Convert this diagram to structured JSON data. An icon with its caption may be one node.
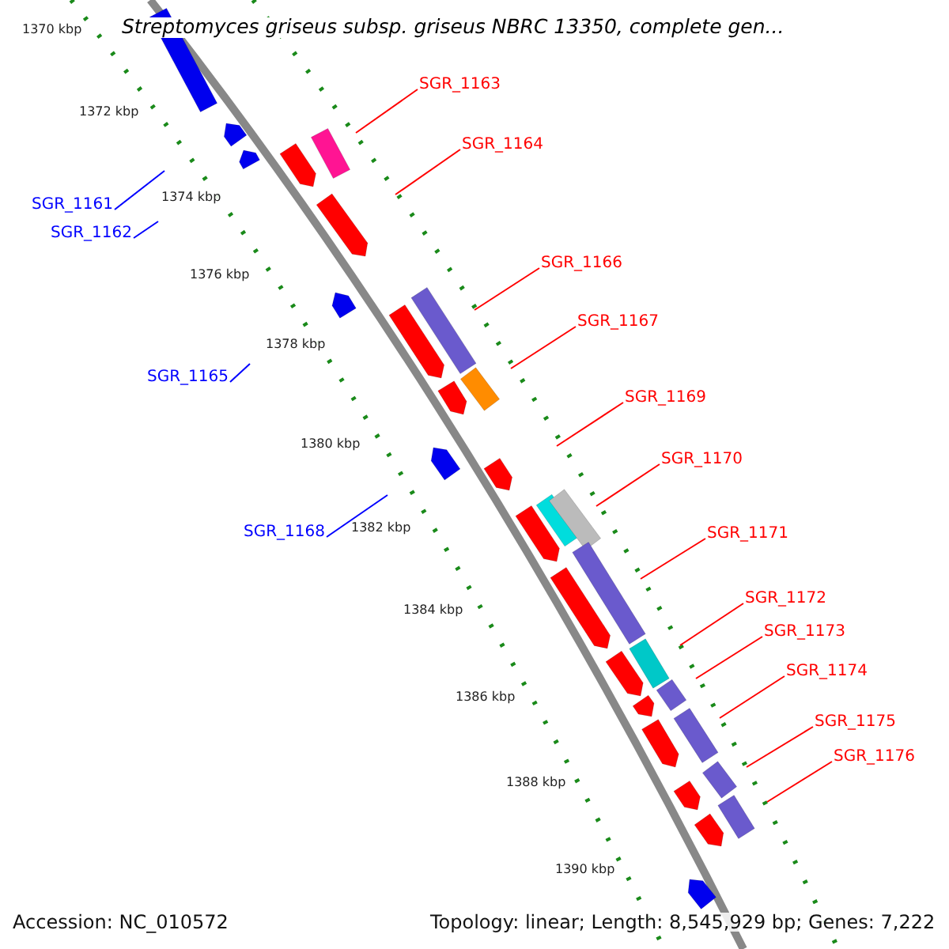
{
  "diagram": {
    "title": "Streptomyces griseus subsp. griseus NBRC 13350, complete gen...",
    "nodes": [
      {
        "text": [
          "SGR_1161"
        ]
      },
      {
        "text": [
          "SGR_1162"
        ]
      },
      {
        "text": [
          "SGR_1163"
        ]
      },
      {
        "text": [
          "SGR_1164"
        ]
      },
      {
        "text": [
          "SGR_1165"
        ]
      },
      {
        "text": [
          "SGR_1166"
        ]
      },
      {
        "text": [
          "SGR_1167"
        ]
      },
      {
        "text": [
          "SGR_1168"
        ]
      },
      {
        "text": [
          "SGR_1169"
        ]
      },
      {
        "text": [
          "SGR_1170"
        ]
      },
      {
        "text": [
          "SGR_1171"
        ]
      },
      {
        "text": [
          "SGR_1172"
        ]
      },
      {
        "text": [
          "SGR_1173"
        ]
      },
      {
        "text": [
          "SGR_1174"
        ]
      },
      {
        "text": [
          "SGR_1175"
        ]
      },
      {
        "text": [
          "SGR_1176"
        ]
      }
    ],
    "edges": [
      {
        "from": 0,
        "to": null,
        "arrow": "none",
        "color": "#0000ff"
      },
      {
        "from": 1,
        "to": null,
        "arrow": "none",
        "color": "#0000ff"
      },
      {
        "from": 2,
        "to": null,
        "arrow": "none"
      },
      {
        "from": 3,
        "to": null,
        "arrow": "none"
      },
      {
        "from": 4,
        "to": null,
        "arrow": "none",
        "color": "#0000ff"
      },
      {
        "from": 5,
        "to": null,
        "arrow": "none"
      },
      {
        "from": 6,
        "to": null,
        "arrow": "none"
      },
      {
        "from": 7,
        "to": null,
        "arrow": "none",
        "color": "#0000ff"
      },
      {
        "from": 8,
        "to": null,
        "arrow": "none"
      },
      {
        "from": 9,
        "to": null,
        "arrow": "none"
      },
      {
        "from": 10,
        "to": null,
        "arrow": "none"
      },
      {
        "from": 11,
        "to": null,
        "arrow": "none"
      },
      {
        "from": 12,
        "to": null,
        "arrow": "none"
      },
      {
        "from": 13,
        "to": null,
        "arrow": "none"
      },
      {
        "from": 14,
        "to": null,
        "arrow": "none"
      },
      {
        "from": 15,
        "to": null,
        "arrow": "none"
      }
    ],
    "labels": [
      "1370 kbp",
      "1372 kbp",
      "1374 kbp",
      "1376 kbp",
      "1378 kbp",
      "1380 kbp",
      "1382 kbp",
      "1384 kbp",
      "1386 kbp",
      "1388 kbp",
      "1390 kbp",
      "Accession: NC_010572",
      "Topology: linear; Length: 8,545,929 bp; Genes: 7,222"
    ]
  }
}
